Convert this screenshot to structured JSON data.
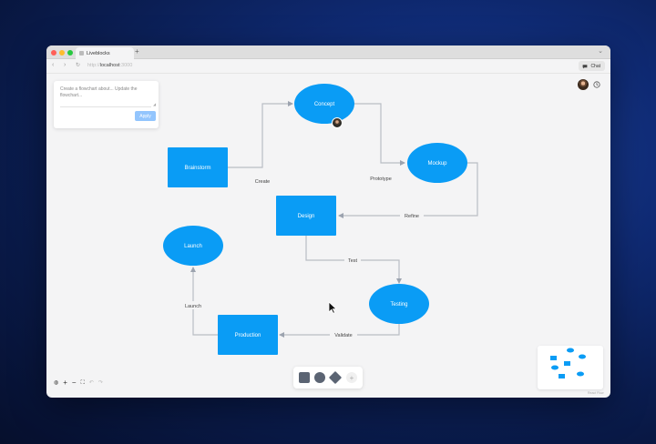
{
  "browser": {
    "tab_title": "Liveblocks",
    "new_tab_glyph": "+",
    "tab_menu_glyph": "⌄",
    "url_protocol": "http://",
    "url_host": "localhost",
    "url_port": ":3000",
    "chat_label": "Chat",
    "traffic_colors": [
      "#ff5f57",
      "#febc2e",
      "#28c840"
    ]
  },
  "prompt": {
    "text": "Create a flowchart about... Update the flowchart...",
    "apply_label": "Apply",
    "resize_glyph": "◢"
  },
  "flowchart": {
    "node_color": "#0a9cf5",
    "nodes": {
      "concept": "Concept",
      "mockup": "Mockup",
      "brainstorm": "Brainstorm",
      "design": "Design",
      "launch": "Launch",
      "testing": "Testing",
      "production": "Production"
    },
    "edges": {
      "create": "Create",
      "prototype": "Prototype",
      "refine": "Refine",
      "test": "Test",
      "validate": "Validate",
      "launch": "Launch"
    }
  },
  "controls": {
    "fit_glyph": "◍",
    "zoom_in": "+",
    "zoom_out": "−",
    "fullscreen": "⛶",
    "undo": "↶",
    "redo": "↷",
    "add_glyph": "+"
  },
  "minimap": {
    "attribution": "React Flow"
  }
}
